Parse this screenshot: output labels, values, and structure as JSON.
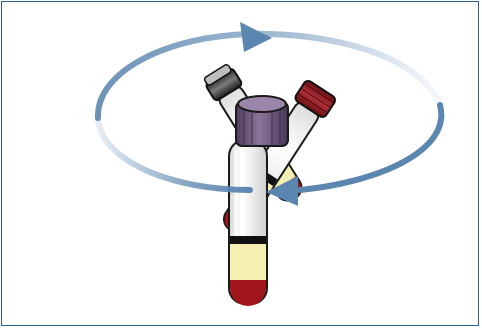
{
  "figure": {
    "subject": "blood-collection-tubes-inversion",
    "colors": {
      "frame_border": "#2e5f8a",
      "arrow": "#5b86b0",
      "tube_outline": "#1a1a1a",
      "tube_glass": "#f7f7f4",
      "serum": "#f6efb2",
      "blood": "#a0151a",
      "cap_black": "#2c2c2c",
      "cap_purple": "#6a5577",
      "cap_red": "#8c1820",
      "label_band": "#111111"
    },
    "tubes": [
      {
        "cap": "black-cap-icon",
        "position": "left"
      },
      {
        "cap": "red-cap-icon",
        "position": "right"
      },
      {
        "cap": "purple-cap-icon",
        "position": "center"
      }
    ],
    "rotation": {
      "direction": "clockwise-ellipse",
      "arrowheads": 2
    }
  }
}
